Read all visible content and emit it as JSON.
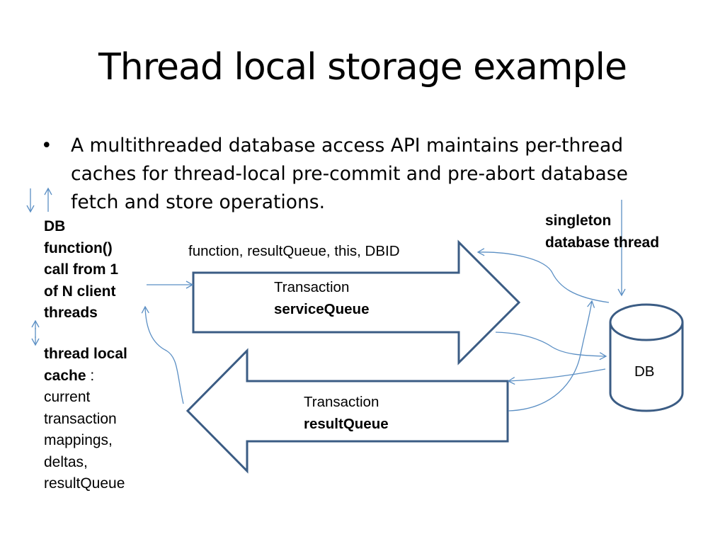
{
  "slide": {
    "title": "Thread local storage example",
    "bullet_marker": "•",
    "bullet_text": "A multithreaded database access API maintains per-thread caches for thread-local pre-commit and pre-abort database fetch and store operations."
  },
  "diagram": {
    "client_label": {
      "bold_lines": [
        "DB",
        "function()",
        "call from 1",
        "of N client",
        "threads"
      ]
    },
    "cache_label": {
      "bold_line1": "thread local",
      "bold_line2": "cache",
      "line2_suffix": " :",
      "lines": [
        "current",
        "transaction",
        "mappings,",
        "deltas,",
        "resultQueue"
      ]
    },
    "call_args": "function, resultQueue, this, DBID",
    "service_queue": {
      "line1": "Transaction",
      "line2": "serviceQueue"
    },
    "result_queue": {
      "line1": "Transaction",
      "line2": "resultQueue"
    },
    "singleton_label": {
      "line1": "singleton",
      "line2": "database thread"
    },
    "db_label": "DB",
    "colors": {
      "shape_stroke": "#3b5c84",
      "arrow": "#5b8fc4",
      "text": "#000000"
    }
  }
}
